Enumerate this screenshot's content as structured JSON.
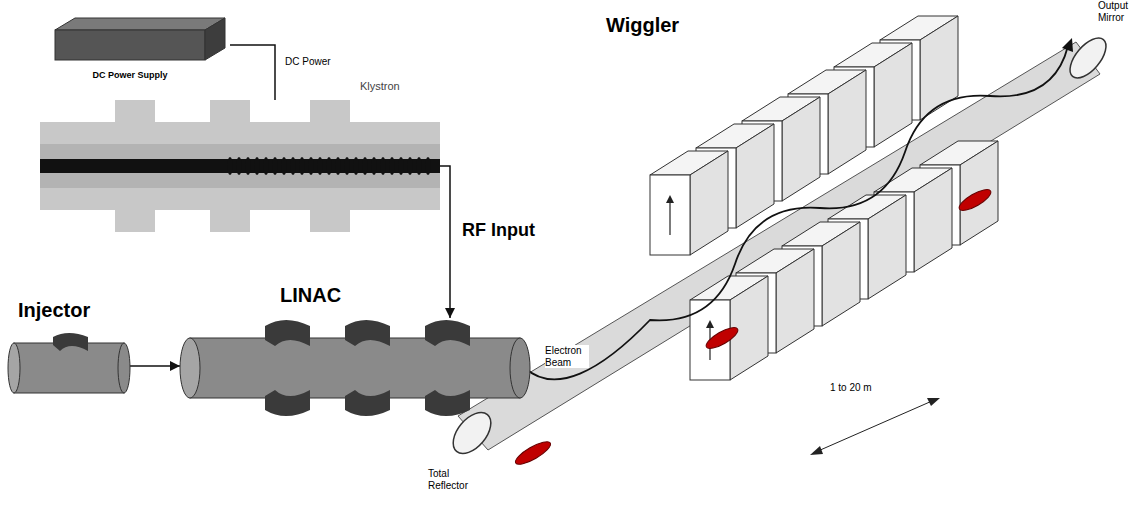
{
  "diagram": {
    "nodes": [
      {
        "text": [
          "DC Power Supply"
        ]
      },
      {
        "text": [
          "Klystron"
        ]
      },
      {
        "text": [
          "Injector"
        ]
      },
      {
        "text": [
          "LINAC"
        ]
      }
    ],
    "edges": [
      {
        "from": 0,
        "to": 1,
        "arrow": "none",
        "label": "DC Power"
      },
      {
        "from": 1,
        "to": 3,
        "arrow": "to",
        "label": "RF Input"
      },
      {
        "from": 2,
        "to": 3,
        "arrow": "to"
      }
    ],
    "labels": [
      "Wiggler",
      "Electron Beam",
      "1 to 20 m",
      "Output Mirror",
      "Total Reflector"
    ]
  }
}
